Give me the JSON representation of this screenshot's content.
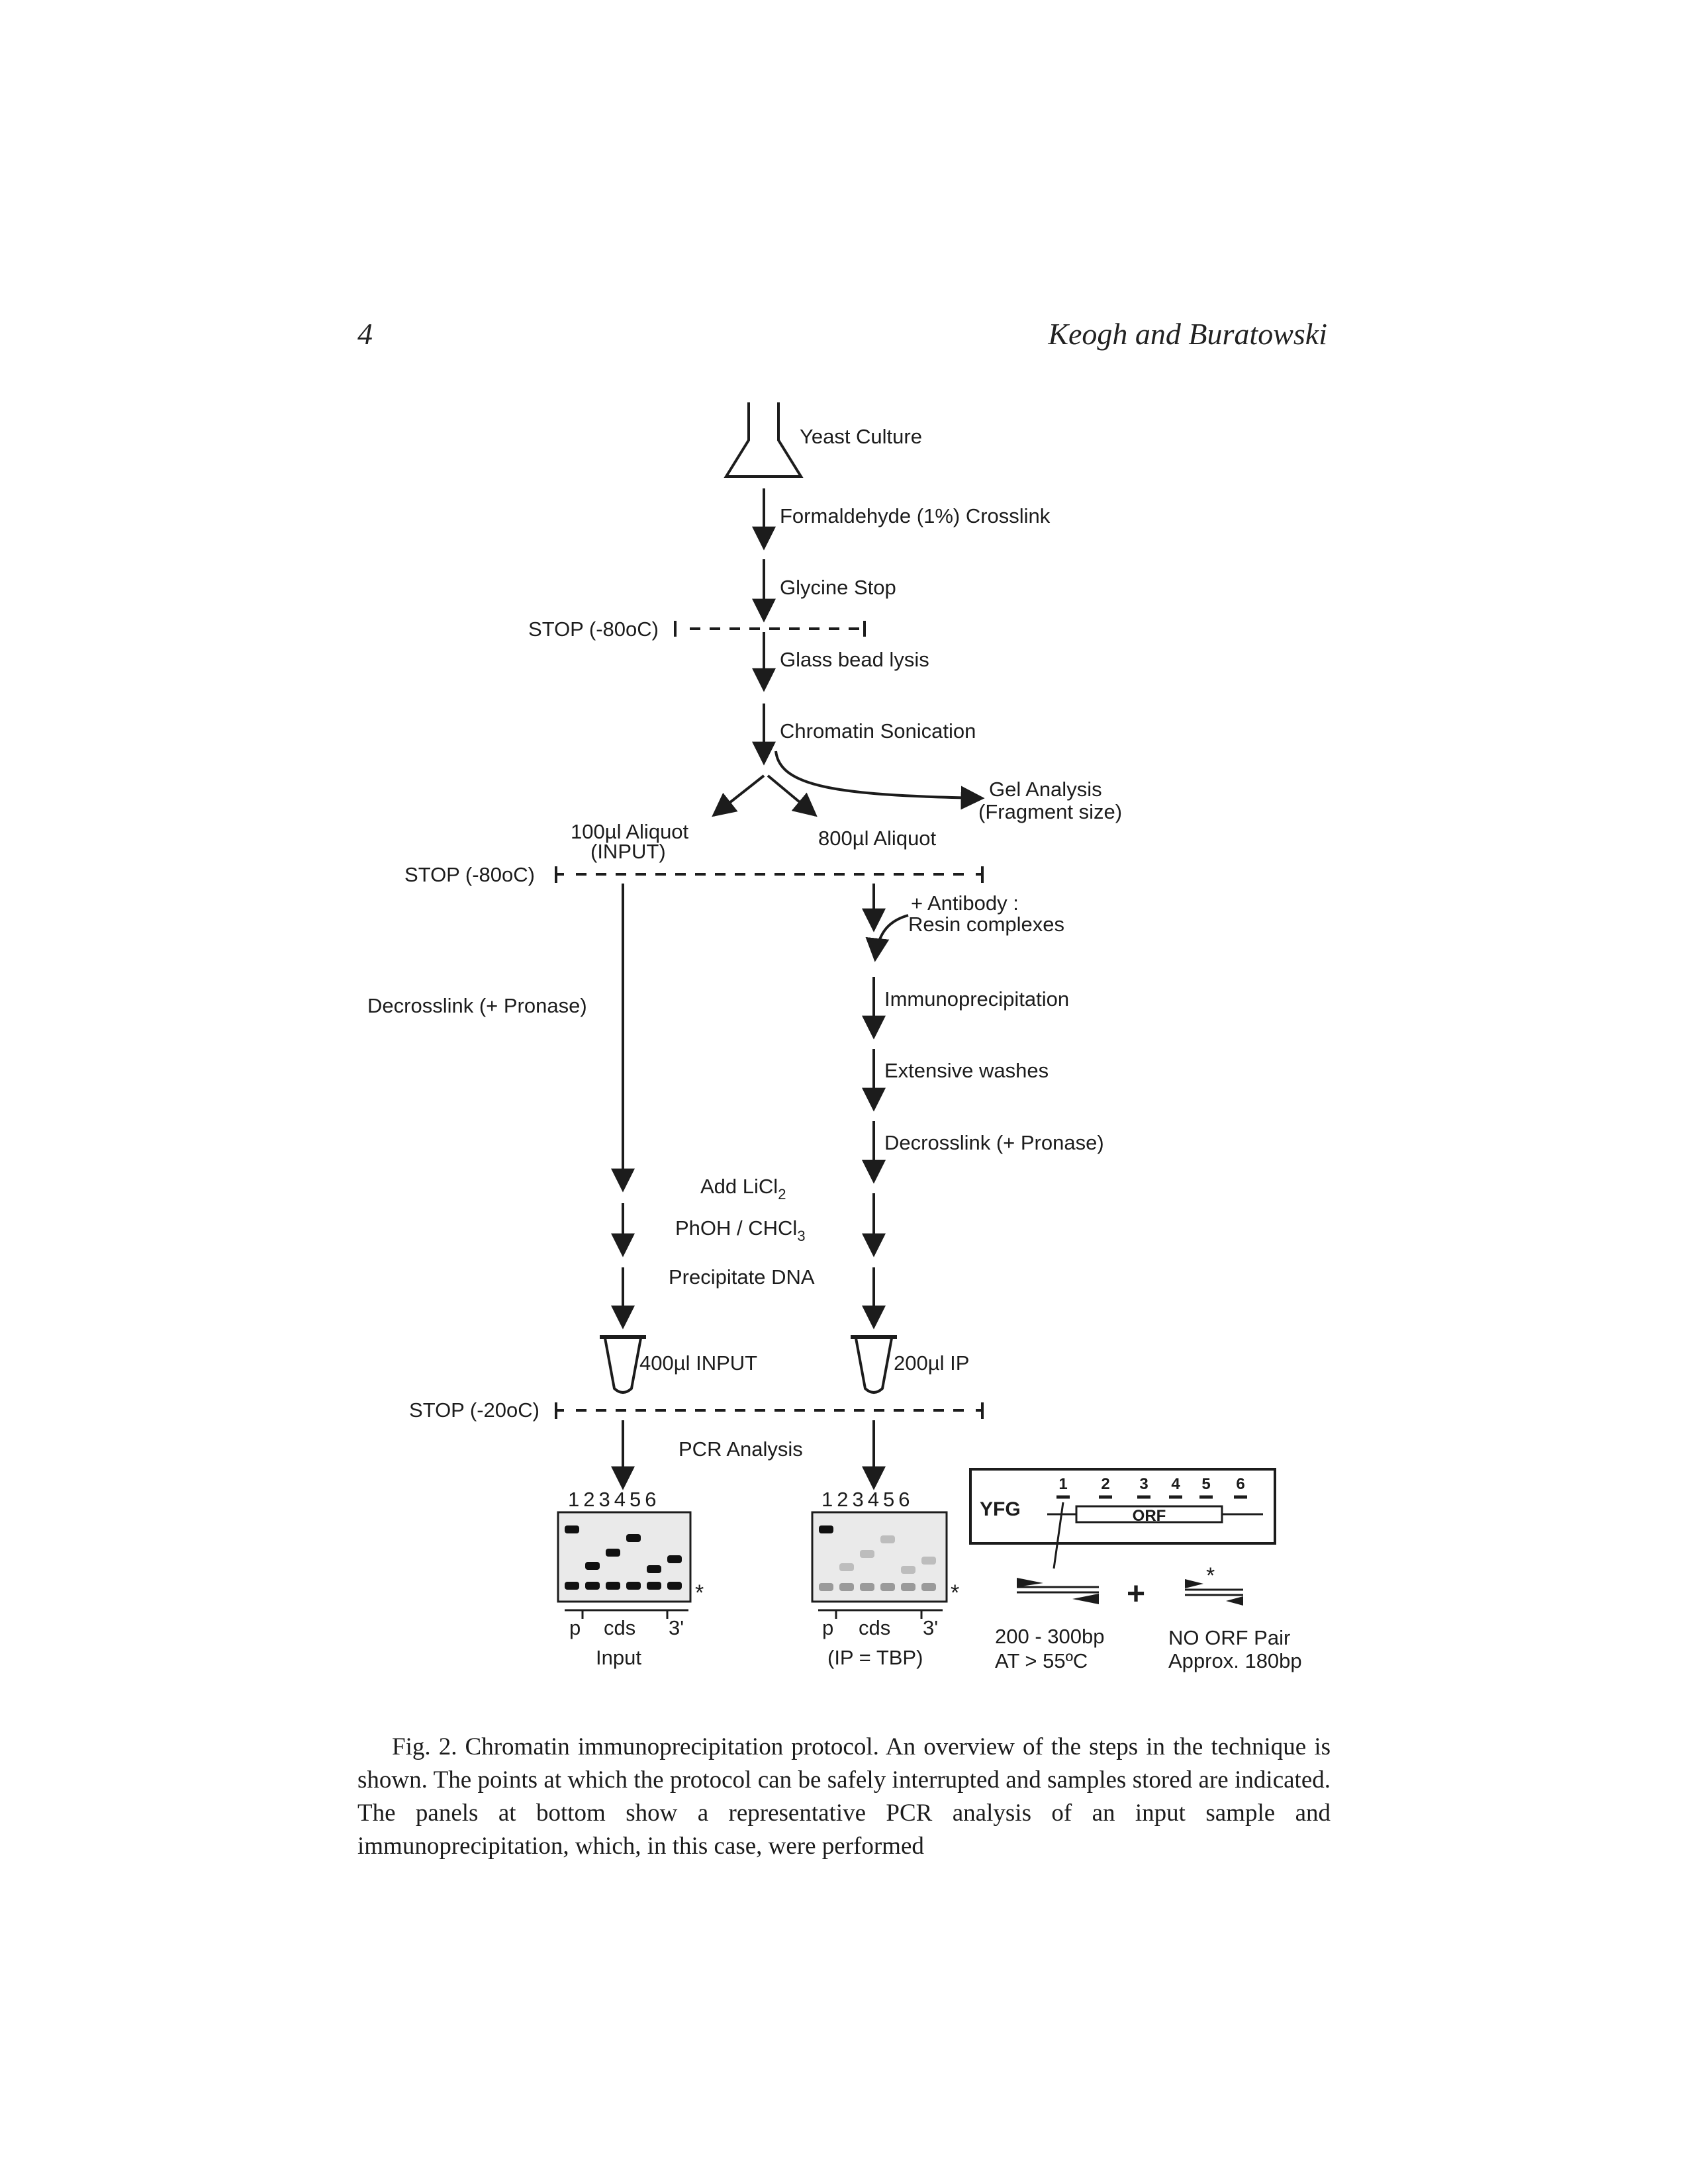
{
  "header": {
    "page_number": "4",
    "running_title": "Keogh and Buratowski"
  },
  "figure": {
    "steps": {
      "culture": "Yeast Culture",
      "crosslink": "Formaldehyde (1%) Crosslink",
      "glycine": "Glycine Stop",
      "stop1": "STOP (-80oC)",
      "lysis": "Glass bead lysis",
      "sonication": "Chromatin Sonication",
      "gel_line1": "Gel Analysis",
      "gel_line2": "(Fragment size)",
      "aliquot_small_line1": "100µl Aliquot",
      "aliquot_small_line2": "(INPUT)",
      "aliquot_large": "800µl Aliquot",
      "stop2": "STOP (-80oC)",
      "antibody_line1": "+ Antibody :",
      "antibody_line2": "Resin complexes",
      "decrosslink_left": "Decrosslink (+ Pronase)",
      "ip": "Immunoprecipitation",
      "washes": "Extensive washes",
      "decrosslink_right": "Decrosslink (+ Pronase)",
      "licl": "Add LiCl",
      "licl_sub": "2",
      "phenol": "PhOH / CHCl",
      "phenol_sub": "3",
      "precipitate": "Precipitate DNA",
      "input_tube": "400µl INPUT",
      "ip_tube": "200µl IP",
      "stop3": "STOP (-20oC)",
      "pcr": "PCR Analysis"
    },
    "gels": {
      "lanes": [
        "1",
        "2",
        "3",
        "4",
        "5",
        "6"
      ],
      "input_regions": [
        "p",
        "cds",
        "3'"
      ],
      "input_caption": "Input",
      "ip_regions": [
        "p",
        "cds",
        "3'"
      ],
      "ip_caption": "(IP = TBP)",
      "star": "*"
    },
    "gene_map": {
      "gene": "YFG",
      "orf": "ORF",
      "primers": [
        "1",
        "2",
        "3",
        "4",
        "5",
        "6"
      ],
      "plus": "+",
      "star": "*",
      "left_line1": "200 - 300bp",
      "left_line2": "AT > 55ºC",
      "right_line1": "NO ORF Pair",
      "right_line2": "Approx. 180bp"
    }
  },
  "caption": {
    "text": "Fig. 2. Chromatin immunoprecipitation protocol. An overview of the steps in the technique is shown. The points at which the protocol can be safely interrupted and samples stored are indicated. The panels at bottom show a representative PCR analysis of an input sample and immunoprecipitation, which, in this case, were performed"
  }
}
